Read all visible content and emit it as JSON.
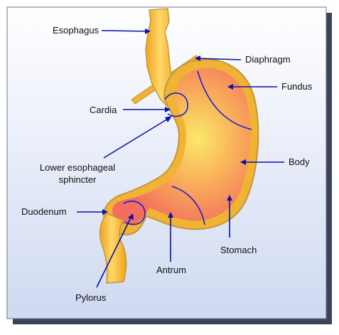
{
  "colors": {
    "panel_top": "#ffffff",
    "panel_bottom": "#cfd9f1",
    "panel_shadow": "#3c4356",
    "outline": "#c2983a",
    "wall": "#f0b334",
    "stomach_inner": "#f46d5e",
    "stomach_center": "#fbe96b",
    "esophagus": "#fbb22f",
    "esophagus_highlight": "#ffd86a",
    "leader_line": "#0a12a8",
    "region_line": "#1b1ed0"
  },
  "labels": {
    "esophagus": "Esophagus",
    "diaphragm": "Diaphragm",
    "fundus": "Fundus",
    "cardia": "Cardia",
    "body": "Body",
    "les_line1": "Lower esophageal",
    "les_line2": "sphincter",
    "duodenum": "Duodenum",
    "stomach": "Stomach",
    "antrum": "Antrum",
    "pylorus": "Pylorus"
  }
}
